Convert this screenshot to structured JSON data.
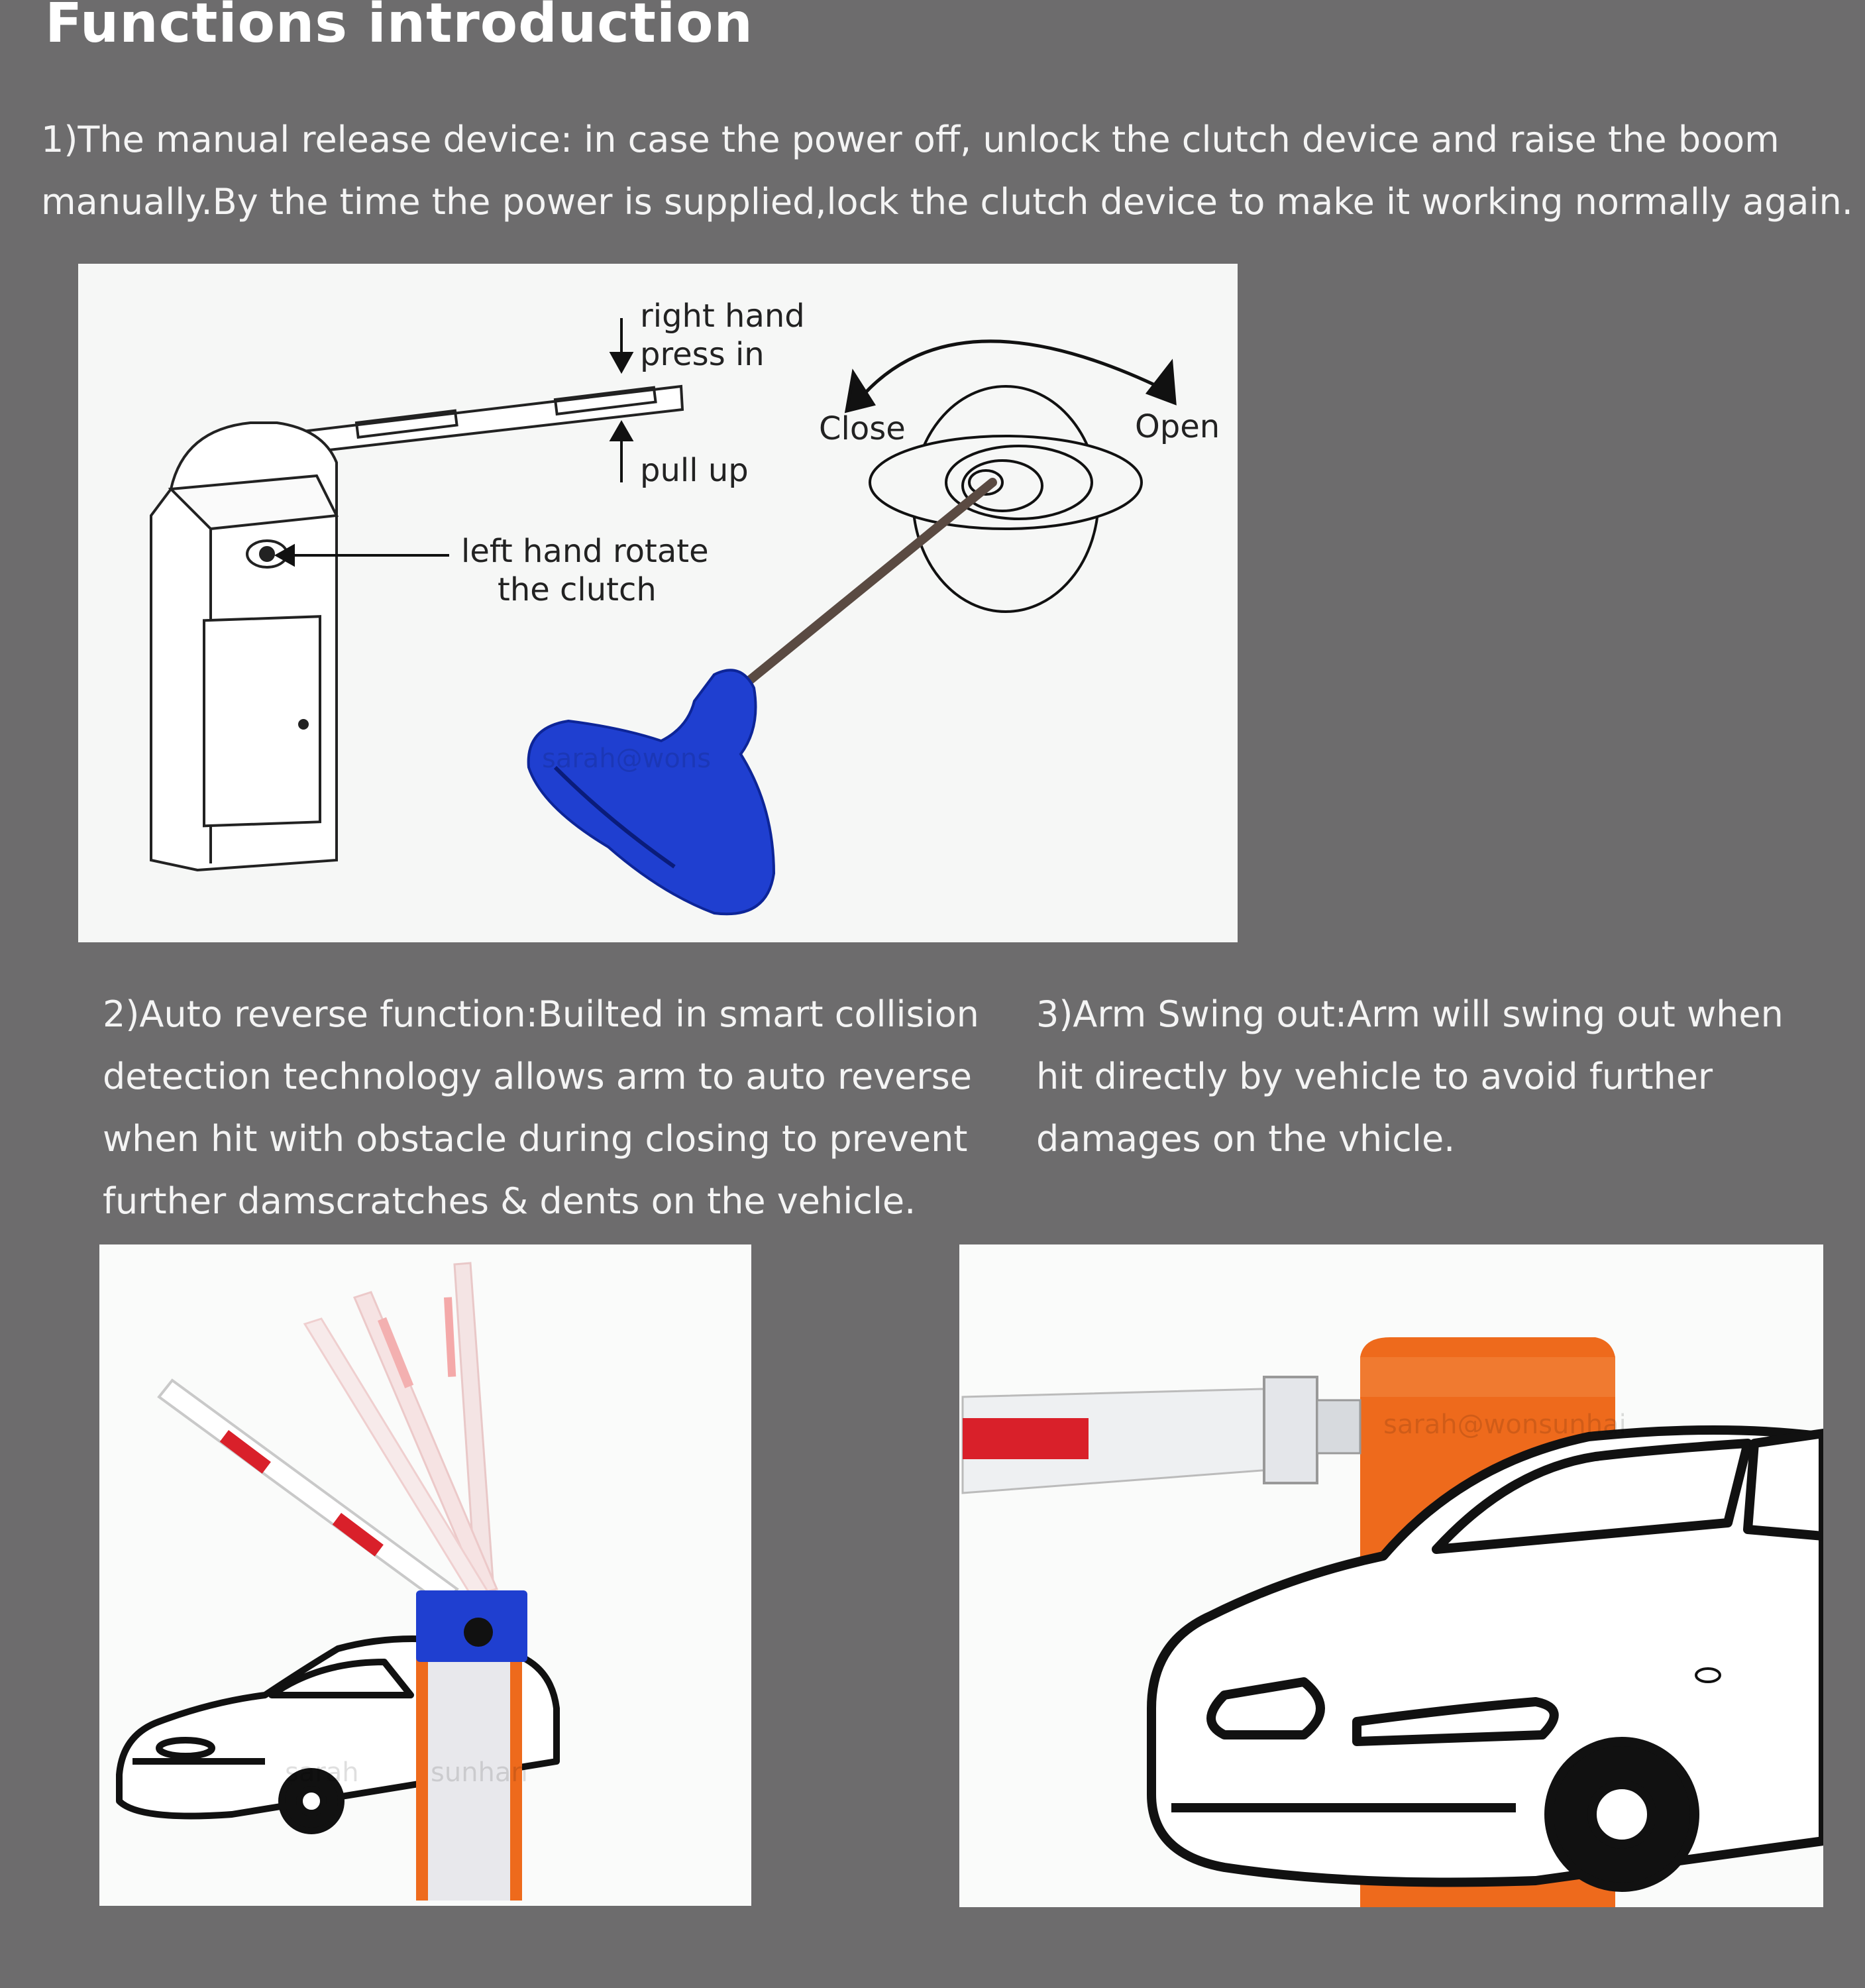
{
  "title": "Functions introduction",
  "sections": {
    "manual_release": {
      "text": "1)The manual release device: in case the power off, unlock the clutch device and raise the boom manually.By the time the power is supplied,lock the clutch device to make it working normally again."
    },
    "auto_reverse": {
      "text": "2)Auto reverse function:Builted in smart collision  detection technology allows arm to auto reverse when hit with obstacle during closing to prevent further damscratches & dents on the vehicle."
    },
    "arm_swing": {
      "text": "3)Arm Swing out:Arm will swing out when hit directly by vehicle to avoid further damages on the vhicle."
    }
  },
  "diagram": {
    "right_hand_line1": "right hand",
    "right_hand_line2": "press in",
    "pull_up": "pull up",
    "left_hand_line1": "left hand rotate",
    "left_hand_line2": "the clutch",
    "close": "Close",
    "open": "Open"
  },
  "watermarks": {
    "fig1": "sarah@wons",
    "fig2a": "sarah",
    "fig2b": "sunhan",
    "fig3": "sarah@wonsunhai"
  },
  "colors": {
    "background": "#6d6c6d",
    "handle_blue": "#1f3fd0",
    "cabinet_orange": "#ee6a1c",
    "stripe_red": "#d9202a"
  }
}
